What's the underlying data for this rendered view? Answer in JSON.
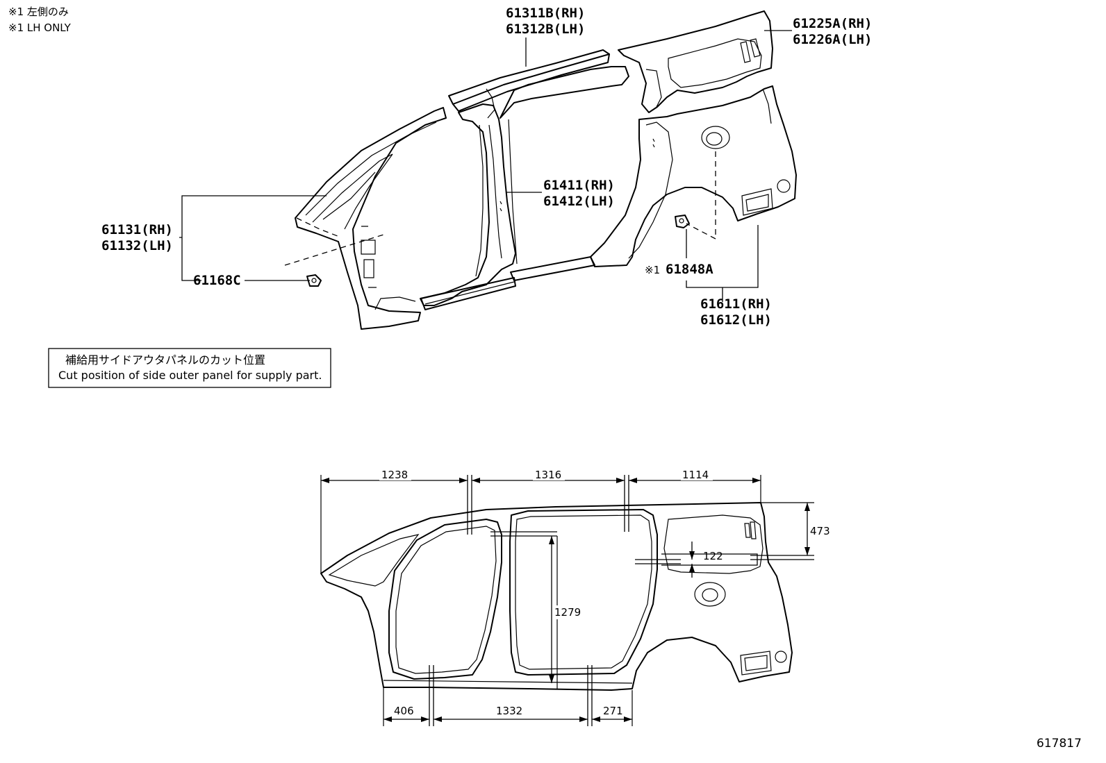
{
  "notes": {
    "line1": "※1 左側のみ",
    "line2": "※1 LH ONLY"
  },
  "parts": {
    "roof_rail_rh": "61311B(RH)",
    "roof_rail_lh": "61312B(LH)",
    "quarter_upper_rh": "61225A(RH)",
    "quarter_upper_lh": "61226A(LH)",
    "center_pillar_rh": "61411(RH)",
    "center_pillar_lh": "61412(LH)",
    "front_pillar_rh": "61131(RH)",
    "front_pillar_lh": "61132(LH)",
    "front_clip": "61168C",
    "bracket_prefix": "※1",
    "bracket": "61848A",
    "quarter_panel_rh": "61611(RH)",
    "quarter_panel_lh": "61612(LH)"
  },
  "caption": {
    "jp": "補給用サイドアウタパネルのカット位置",
    "en": "Cut position of side outer panel for supply part."
  },
  "dimensions": {
    "top_front": "1238",
    "top_middle": "1316",
    "top_rear": "1114",
    "rear_height": "473",
    "quarter_gap": "122",
    "center_height": "1279",
    "bottom_front": "406",
    "bottom_middle": "1332",
    "bottom_rear": "271"
  },
  "reference_number": "617817"
}
